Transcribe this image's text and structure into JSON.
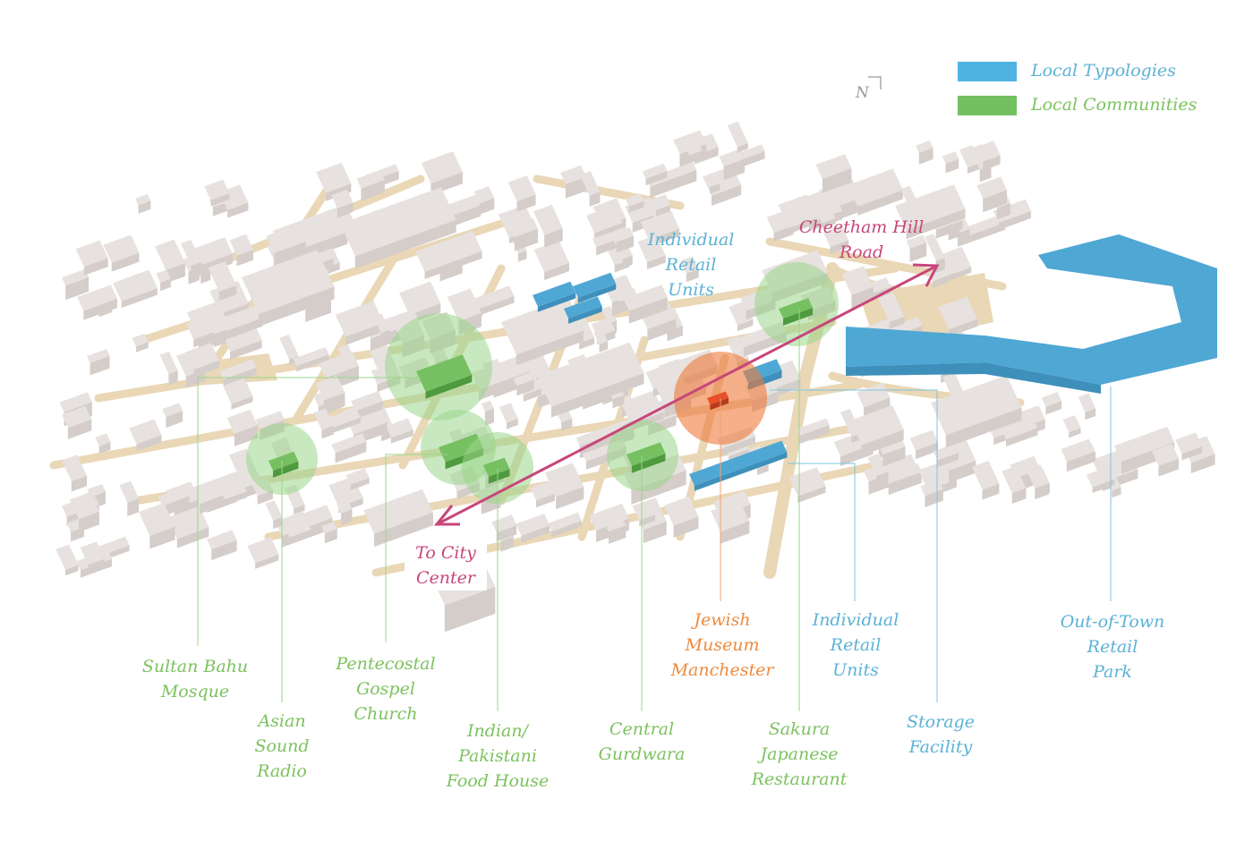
{
  "legend": {
    "typologies": {
      "label": "Local Typologies",
      "color": "#4fb3e1"
    },
    "communities": {
      "label": "Local Communities",
      "color": "#73c060"
    }
  },
  "north": "N",
  "colors": {
    "building": "#e7e2df",
    "building_side": "#d4cdc9",
    "road": "#e9d7b6",
    "community": "#76c062",
    "community_halo": "#9ad58a",
    "typology": "#4fa7d4",
    "museum": "#ef7a3a",
    "route": "#c7467a",
    "leader_green": "#9bd68a",
    "leader_blue": "#7cc6de",
    "leader_orange": "#f0a070"
  },
  "route": {
    "to_label": "To City\nCenter",
    "road_label": "Cheetham Hill\nRoad"
  },
  "labels": {
    "individual_retail_top": "Individual\nRetail\nUnits",
    "sultan": "Sultan Bahu\nMosque",
    "asian": "Asian\nSound\nRadio",
    "pentecostal": "Pentecostal\nGospel\nChurch",
    "indian": "Indian/\nPakistani\nFood House",
    "gurdwara": "Central\nGurdwara",
    "jewish": "Jewish\nMuseum\nManchester",
    "sakura": "Sakura\nJapanese\nRestaurant",
    "individual_retail_bottom": "Individual\nRetail\nUnits",
    "storage": "Storage\nFacility",
    "outoftown": "Out-of-Town\nRetail\nPark"
  }
}
